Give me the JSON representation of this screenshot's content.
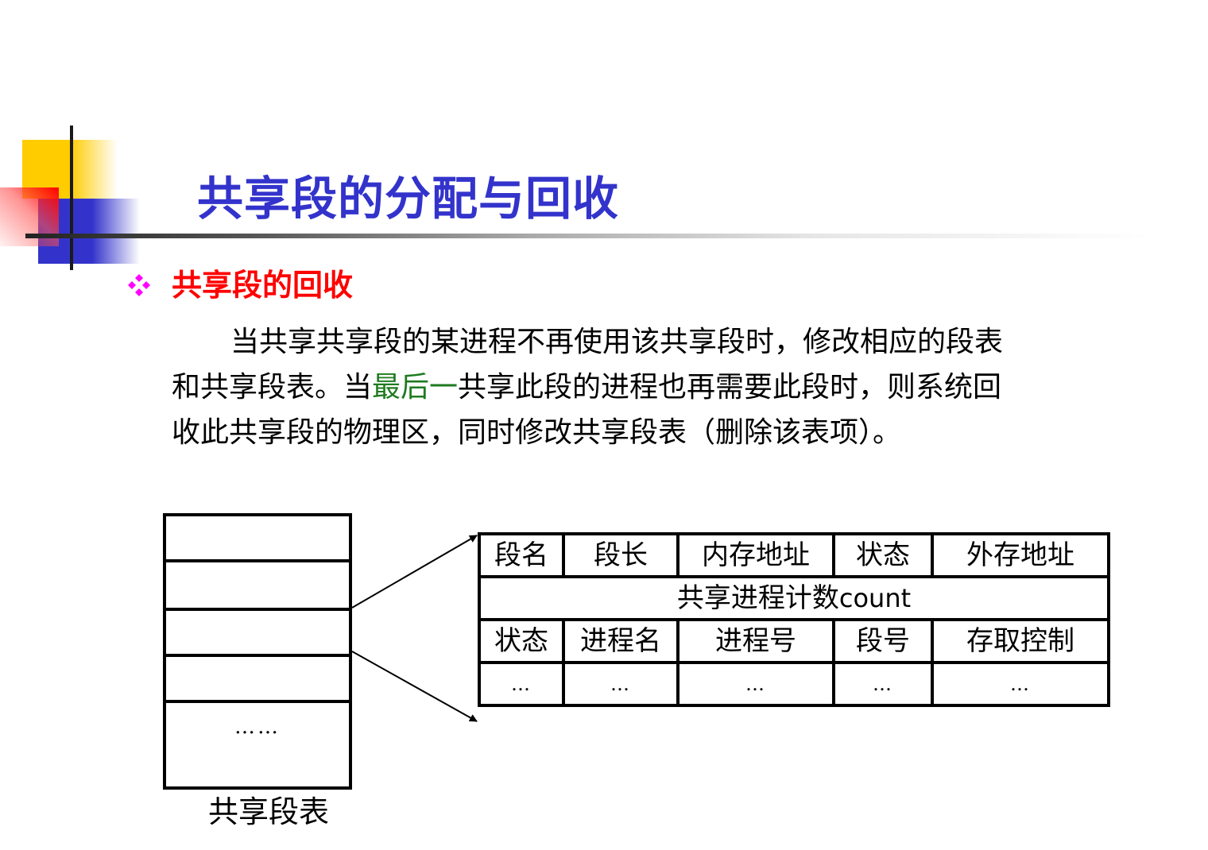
{
  "slide": {
    "title": "共享段的分配与回收",
    "title_color": "#3333cc",
    "section": {
      "bullet_icon": "diamond-cluster-icon",
      "bullet_color": "#ff00ff",
      "heading": "共享段的回收",
      "heading_color": "#ff0000"
    },
    "paragraph": {
      "line1": "当共享共享段的某进程不再使用该共享段时，修改相应的段表",
      "line2_pre": "和共享段表。当",
      "line2_highlight": "最后一",
      "line2_post": "共享此段的进程也再需要此段时，则系统回",
      "line3": "收此共享段的物理区，同时修改共享段表（删除该表项）。",
      "highlight_color": "#1f7a1f"
    }
  },
  "diagram": {
    "shared_segment_table": {
      "label": "共享段表",
      "ellipsis": "……",
      "rows": 5
    },
    "entry_table": {
      "row1": [
        "段名",
        "段长",
        "内存地址",
        "状态",
        "外存地址"
      ],
      "row2_cn": "共享进程计数",
      "row2_en": "count",
      "row3": [
        "状态",
        "进程名",
        "进程号",
        "段号",
        "存取控制"
      ],
      "row4": [
        "…",
        "…",
        "…",
        "…",
        "…"
      ]
    }
  }
}
